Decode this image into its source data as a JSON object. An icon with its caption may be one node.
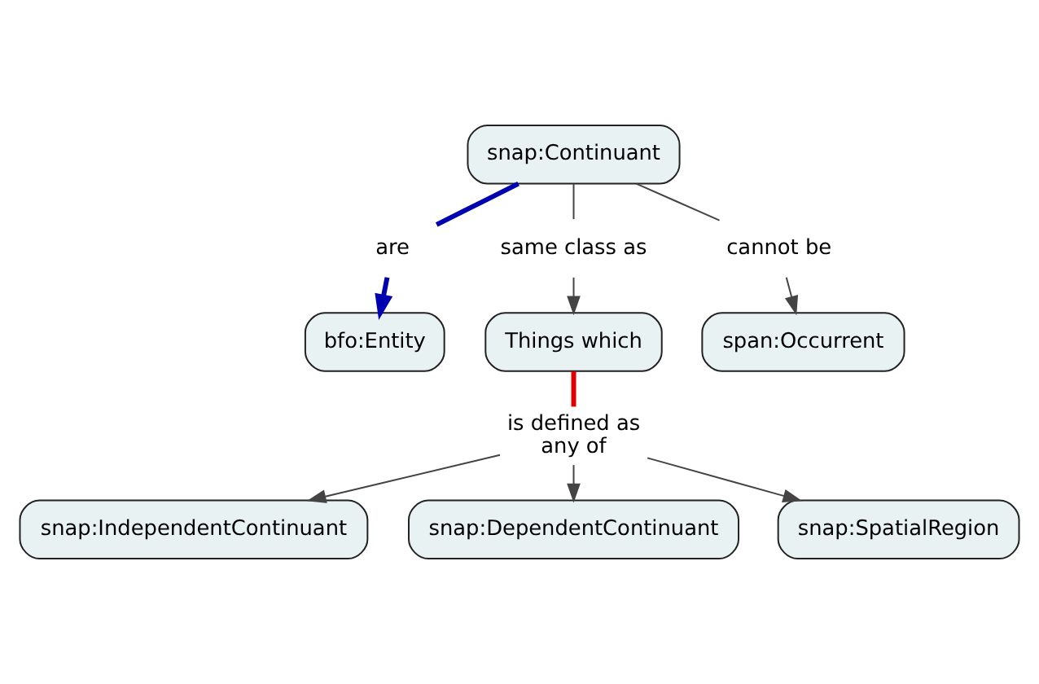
{
  "diagram": {
    "nodes": [
      {
        "text": [
          "snap:Continuant"
        ]
      },
      {
        "text": [
          "are"
        ]
      },
      {
        "text": [
          "same class as"
        ]
      },
      {
        "text": [
          "cannot be"
        ]
      },
      {
        "text": [
          "bfo:Entity"
        ]
      },
      {
        "text": [
          "Things which"
        ]
      },
      {
        "text": [
          "span:Occurrent"
        ]
      },
      {
        "text": [
          "is defined as any of"
        ]
      },
      {
        "text": [
          "snap:IndependentContinuant"
        ]
      },
      {
        "text": [
          "snap:DependentContinuant"
        ]
      },
      {
        "text": [
          "snap:SpatialRegion"
        ]
      }
    ],
    "edges": [
      {
        "from": 0,
        "to": 1,
        "arrow": "none",
        "style": "thick",
        "color": "#0000b0"
      },
      {
        "from": 1,
        "to": 4,
        "arrow": "to",
        "style": "thick",
        "color": "#0000b0"
      },
      {
        "from": 0,
        "to": 2,
        "arrow": "none"
      },
      {
        "from": 2,
        "to": 5,
        "arrow": "to"
      },
      {
        "from": 0,
        "to": 3,
        "arrow": "none"
      },
      {
        "from": 3,
        "to": 6,
        "arrow": "to"
      },
      {
        "from": 5,
        "to": 7,
        "arrow": "none",
        "style": "thick",
        "color": "#e00000"
      },
      {
        "from": 7,
        "to": 8,
        "arrow": "to"
      },
      {
        "from": 7,
        "to": 10,
        "arrow": "to"
      },
      {
        "from": 7,
        "to": 9,
        "arrow": "to"
      }
    ]
  }
}
